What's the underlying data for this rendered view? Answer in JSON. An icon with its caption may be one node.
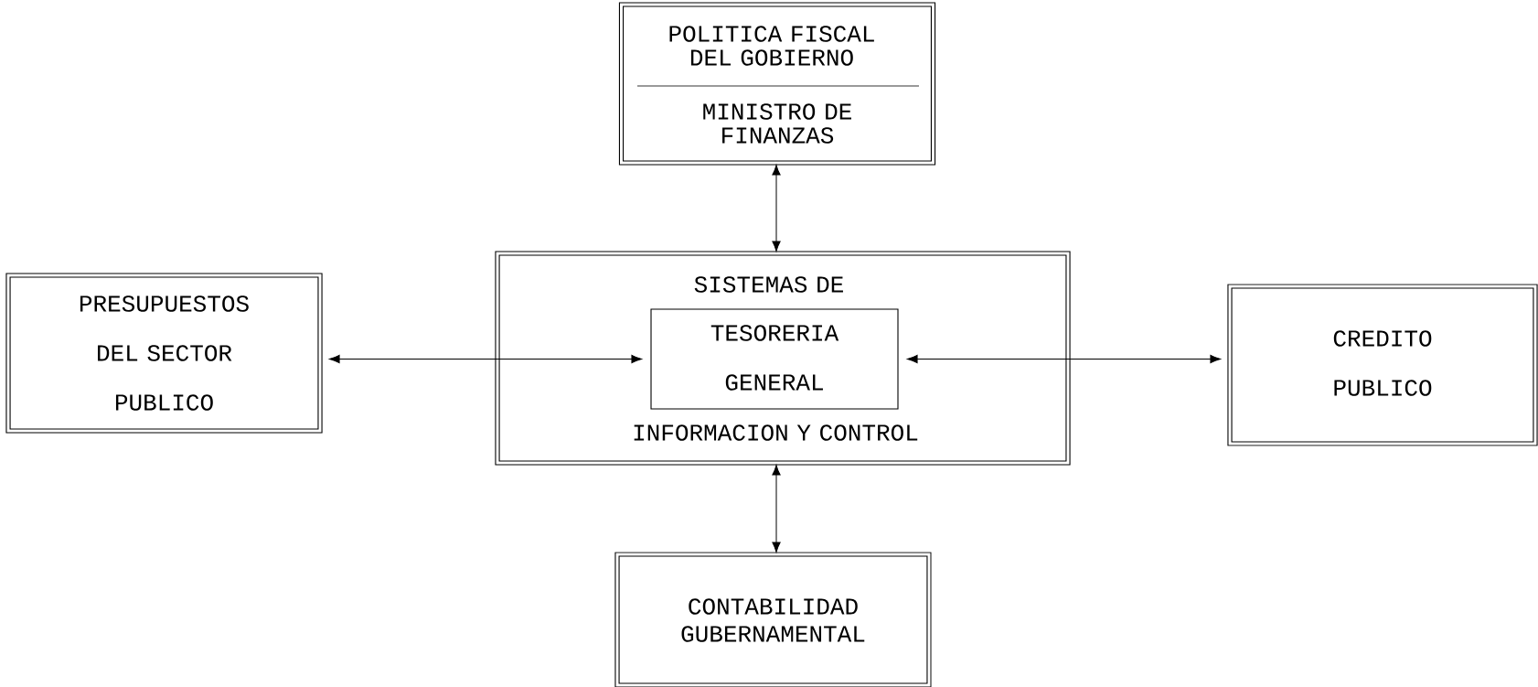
{
  "diagram": {
    "nodes": [
      {
        "text": [
          "POLITICA FISCAL DEL GOBIERNO",
          "MINISTRO DE FINANZAS"
        ]
      },
      {
        "text": [
          "SISTEMAS DE",
          "INFORMACION Y CONTROL"
        ]
      },
      {
        "text": [
          "TESORERIA GENERAL"
        ],
        "in": 1
      },
      {
        "text": [
          "PRESUPUESTOS DEL SECTOR PUBLICO"
        ]
      },
      {
        "text": [
          "CREDITO PUBLICO"
        ]
      },
      {
        "text": [
          "CONTABILIDAD GUBERNAMENTAL"
        ]
      }
    ],
    "edges": [
      {
        "from": 0,
        "to": 1,
        "arrow": "both"
      },
      {
        "from": 3,
        "to": 2,
        "arrow": "both"
      },
      {
        "from": 2,
        "to": 4,
        "arrow": "both"
      },
      {
        "from": 1,
        "to": 5,
        "arrow": "both"
      }
    ]
  }
}
